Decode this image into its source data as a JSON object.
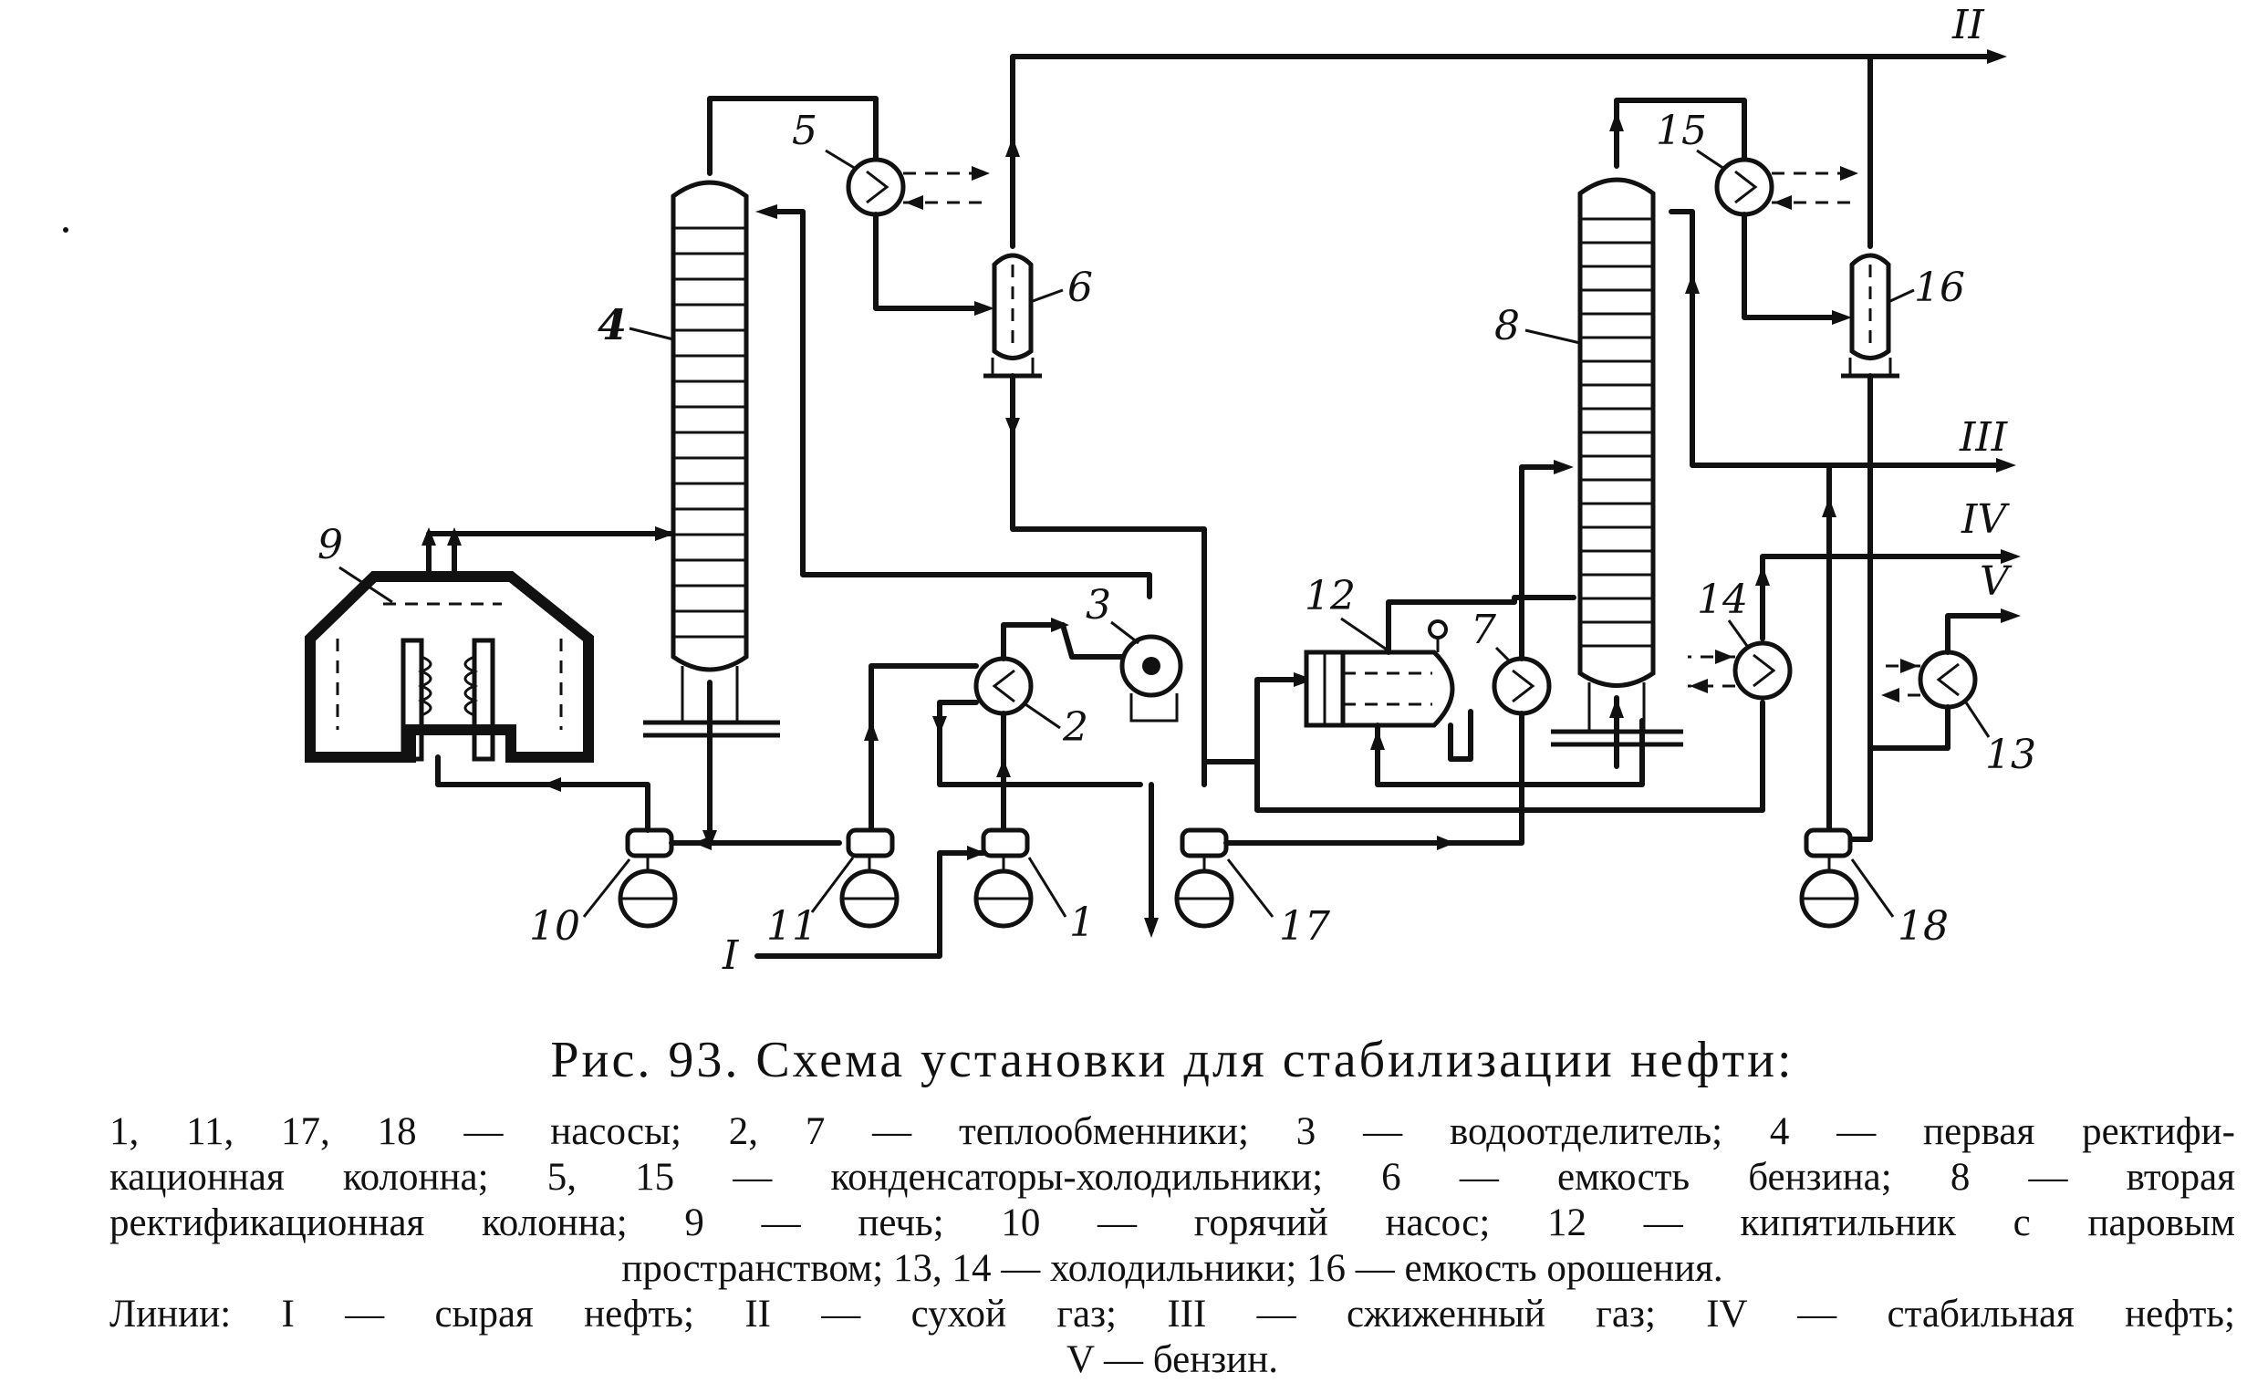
{
  "figure": {
    "caption": "Рис. 93. Схема установки для стабилизации нефти:",
    "legend_lines": [
      "1, 11, 17, 18 — насосы; 2, 7 — теплообменники; 3 — водоотделитель; 4 — первая ректифи-",
      "кационная колонна; 5, 15 — конденсаторы-холодильники; 6 — емкость бензина; 8 — вторая",
      "ректификационная колонна; 9 — печь; 10 — горячий насос; 12 — кипятильник с паровым",
      "пространством; 13, 14 — холодильники; 16 — емкость орошения.",
      "Линии: I — сырая нефть; II — сухой газ; III — сжиженный газ; IV — стабильная нефть;",
      "V — бензин."
    ]
  },
  "labels": {
    "furnace": "9",
    "column_1": "4",
    "condenser_5": "5",
    "gasoline_vessel": "6",
    "water_separator": "3",
    "heat_exchanger_2": "2",
    "pump_10": "10",
    "pump_11": "11",
    "pump_1": "1",
    "pump_17": "17",
    "reboiler": "12",
    "heat_exchanger_7": "7",
    "column_2": "8",
    "condenser_15": "15",
    "reflux_vessel": "16",
    "cooler_14": "14",
    "cooler_13": "13",
    "pump_18": "18"
  },
  "lines": {
    "line_1": "I",
    "line_2": "II",
    "line_3": "III",
    "line_4": "IV",
    "line_5": "V"
  }
}
